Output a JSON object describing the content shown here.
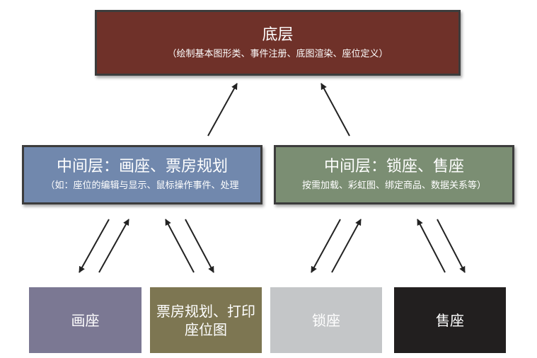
{
  "top": {
    "title": "底层",
    "subtitle": "（绘制基本图形类、事件注册、底图渲染、座位定义）"
  },
  "middle_left": {
    "title": "中间层：画座、票房规划",
    "subtitle": "（如：座位的编辑与显示、鼠标操作事件、处理"
  },
  "middle_right": {
    "title": "中间层：锁座、售座",
    "subtitle": "按需加载、彩虹图、绑定商品、数据关系等）"
  },
  "leaves": [
    {
      "label": "画座"
    },
    {
      "label": "票房规划、打印座位图"
    },
    {
      "label": "锁座"
    },
    {
      "label": "售座"
    }
  ],
  "colors": {
    "top": "#6f3129",
    "middle_left": "#7188ad",
    "middle_right": "#7b8e73",
    "leaf_1": "#7b7893",
    "leaf_2": "#7d7652",
    "leaf_3": "#c4c6c8",
    "leaf_4": "#221f1f",
    "arrow": "#222222"
  }
}
